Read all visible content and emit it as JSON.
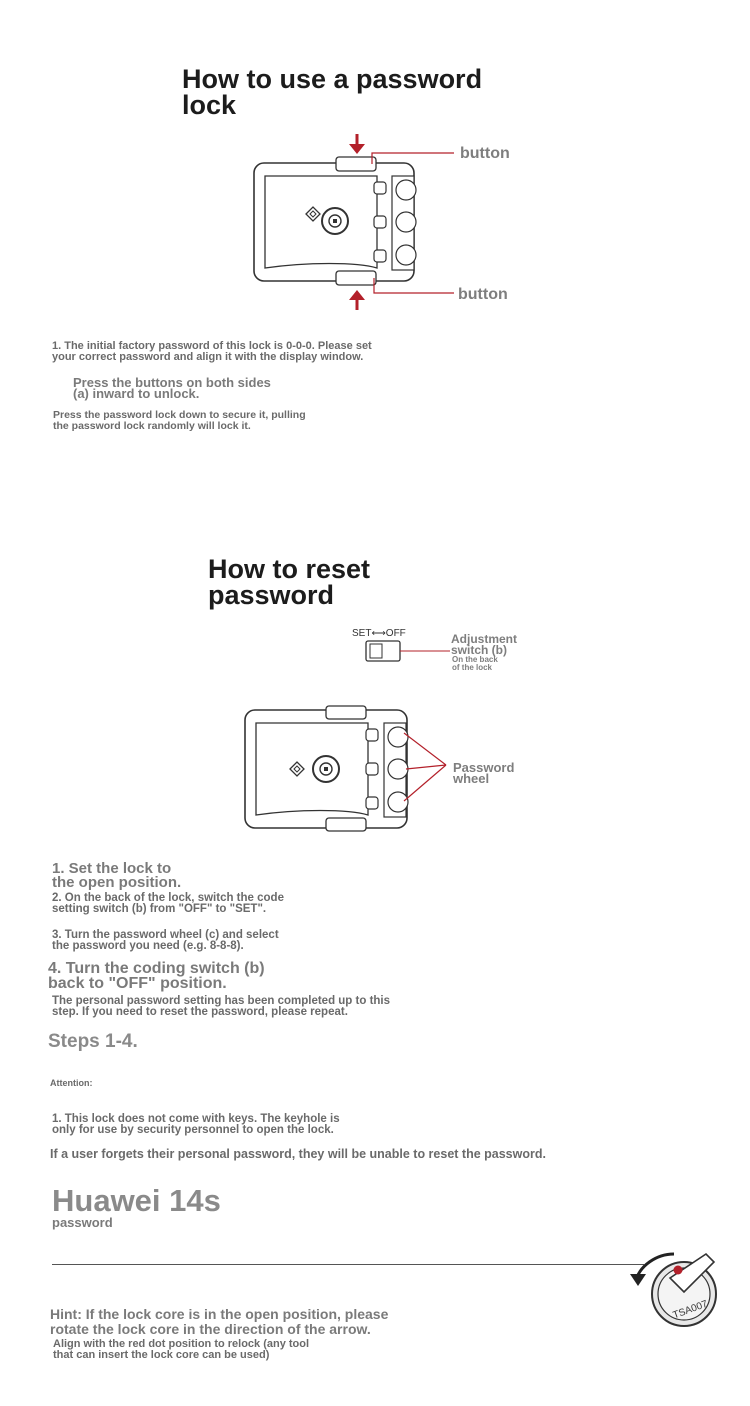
{
  "section1": {
    "title": "How to use a password\n lock",
    "label_top": "button",
    "label_bottom": "button",
    "step1": "1. The initial factory password of this lock is 0-0-0. Please set\n your correct password and align it with the display window.",
    "step2": "Press the buttons on both sides\n  (a) inward to unlock.",
    "step3": "Press the password lock down to secure it, pulling\n the password lock randomly will lock it."
  },
  "section2": {
    "title": "How to reset\n password",
    "switch_label": "SET⟷OFF",
    "adjust_label": "Adjustment\n switch (b)",
    "adjust_note": "On the back\n of the lock",
    "wheel_label": "Password\n wheel",
    "step1": "1. Set the lock to\n the open position.",
    "step2": "2. On the back of the lock, switch the code\n setting switch (b) from \"OFF\" to \"SET\".",
    "step3": "3. Turn the password wheel (c) and select\n the password you need (e.g. 8-8-8).",
    "step4": "4. Turn the coding switch (b)\n back to \"OFF\" position.",
    "complete_note": "The personal password setting has been completed up to this\n step. If you need to reset the password, please repeat.",
    "steps_label": "Steps 1-4.",
    "attention": "Attention:",
    "note1": "1. This lock does not come with keys. The keyhole is\n only for use by security personnel to open the lock.",
    "note2": "If a user forgets their personal password, they will be unable to reset the password."
  },
  "footer": {
    "brand": "Huawei 14s",
    "brand_sub": "password",
    "hint_main": "Hint: If the lock core is in the open position, please\n rotate the lock core in the direction of the arrow.",
    "hint_sub": "Align with the red dot position to relock (any tool\n that can insert the lock core can be used)",
    "tsa_mark": "TSA007"
  },
  "colors": {
    "accent_red": "#b3202a",
    "title": "#1c1c1c",
    "text": "#7a7a7a",
    "line": "#555555"
  }
}
